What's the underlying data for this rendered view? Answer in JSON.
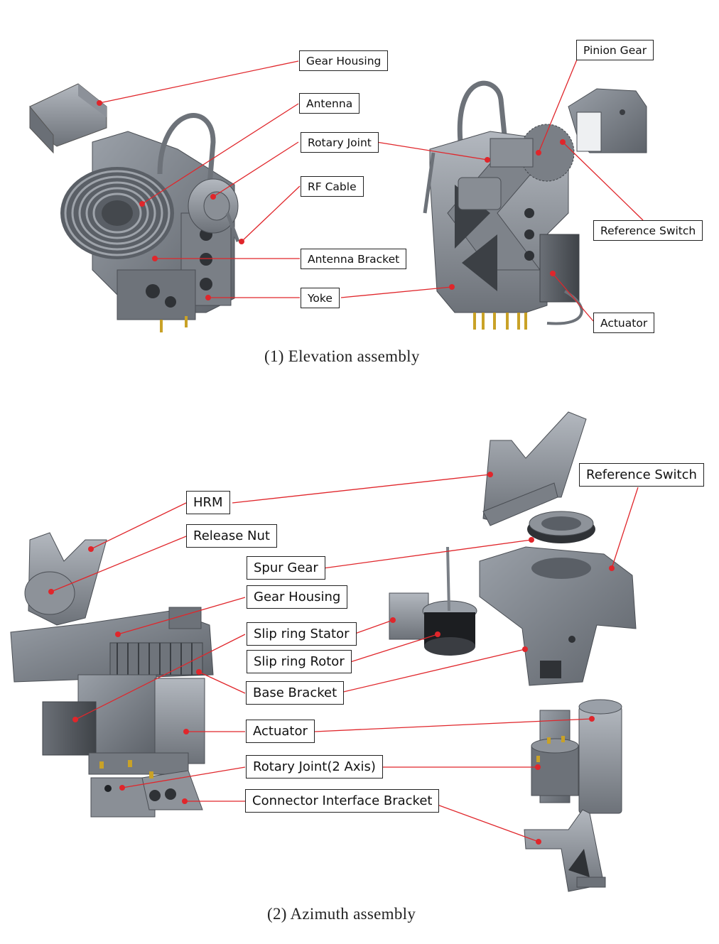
{
  "elevation": {
    "caption": "(1) Elevation assembly",
    "labels": {
      "gear_housing": "Gear Housing",
      "antenna": "Antenna",
      "rotary_joint": "Rotary Joint",
      "rf_cable": "RF Cable",
      "antenna_bracket": "Antenna Bracket",
      "yoke": "Yoke",
      "pinion_gear": "Pinion Gear",
      "reference_switch": "Reference Switch",
      "actuator": "Actuator"
    }
  },
  "azimuth": {
    "caption": "(2) Azimuth assembly",
    "labels": {
      "hrm": "HRM",
      "release_nut": "Release Nut",
      "spur_gear": "Spur Gear",
      "gear_housing": "Gear Housing",
      "slip_ring_stator": "Slip ring Stator",
      "slip_ring_rotor": "Slip ring Rotor",
      "base_bracket": "Base Bracket",
      "actuator": "Actuator",
      "rotary_joint_2axis": "Rotary Joint(2 Axis)",
      "connector_interface_bracket": "Connector Interface Bracket",
      "reference_switch": "Reference Switch"
    }
  },
  "colors": {
    "leader": "#e0262b",
    "part": "#7f848c",
    "part_dark": "#4f545b",
    "brass": "#c9a227"
  }
}
